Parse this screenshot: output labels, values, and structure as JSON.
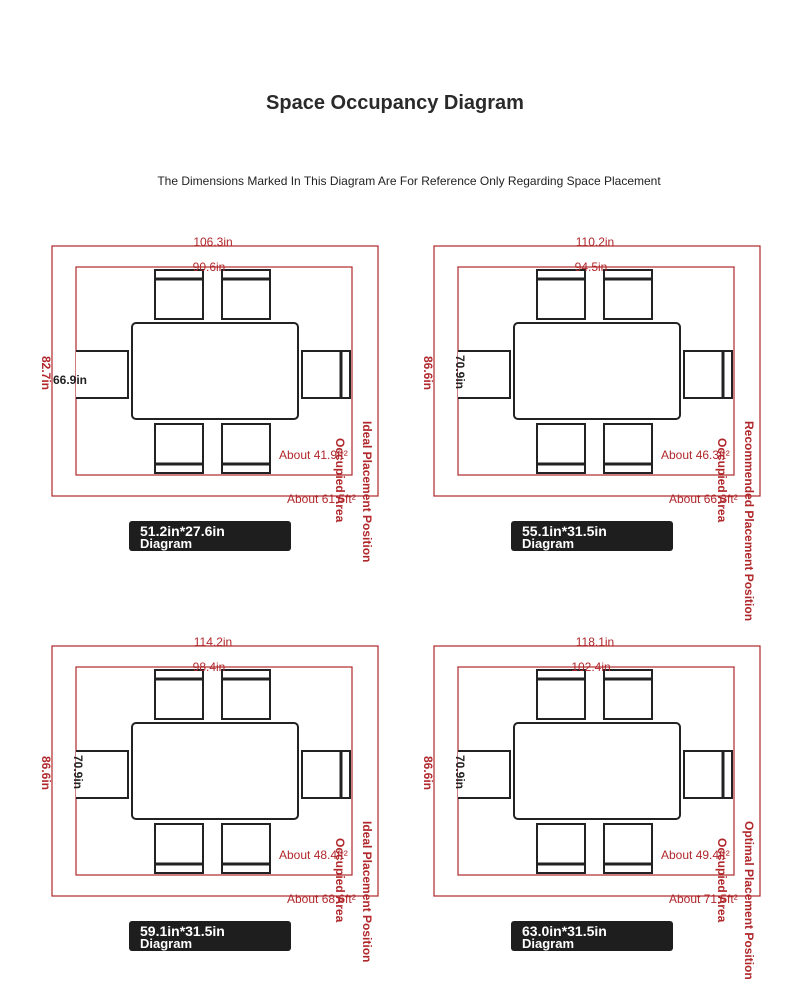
{
  "header": {
    "title": "Space Occupancy Diagram",
    "subtitle": "The Dimensions Marked In This Diagram Are For Reference Only Regarding Space Placement"
  },
  "colors": {
    "dimension": "#b0272b",
    "furniture": "#222222",
    "badge": "#1e1e1e"
  },
  "panels": [
    {
      "outer_width": "106.3in",
      "inner_width": "90.6in",
      "outer_depth": "82.7in",
      "inner_depth": "66.9in",
      "occupied_area": "About 41.9ft²",
      "placement_area": "About 61.5ft²",
      "occupied_label": "Occupied Area",
      "placement_label": "Ideal Placement Position",
      "badge_size": "51.2in*27.6in",
      "badge_caption": "Diagram"
    },
    {
      "outer_width": "110.2in",
      "inner_width": "94.5in",
      "outer_depth": "86.6in",
      "inner_depth": "70.9in",
      "occupied_area": "About 46.3ft²",
      "placement_area": "About 66.3ft²",
      "occupied_label": "Occupied Area",
      "placement_label": "Recommended Placement Position",
      "badge_size": "55.1in*31.5in",
      "badge_caption": "Diagram"
    },
    {
      "outer_width": "114.2in",
      "inner_width": "98.4in",
      "outer_depth": "86.6in",
      "inner_depth": "70.9in",
      "occupied_area": "About 48.4ft²",
      "placement_area": "About 68.6ft²",
      "occupied_label": "Occupied Area",
      "placement_label": "Ideal Placement Position",
      "badge_size": "59.1in*31.5in",
      "badge_caption": "Diagram"
    },
    {
      "outer_width": "118.1in",
      "inner_width": "102.4in",
      "outer_depth": "86.6in",
      "inner_depth": "70.9in",
      "occupied_area": "About 49.4ft²",
      "placement_area": "About 71.5ft²",
      "occupied_label": "Occupied Area",
      "placement_label": "Optimal Placement Position",
      "badge_size": "63.0in*31.5in",
      "badge_caption": "Diagram"
    }
  ]
}
